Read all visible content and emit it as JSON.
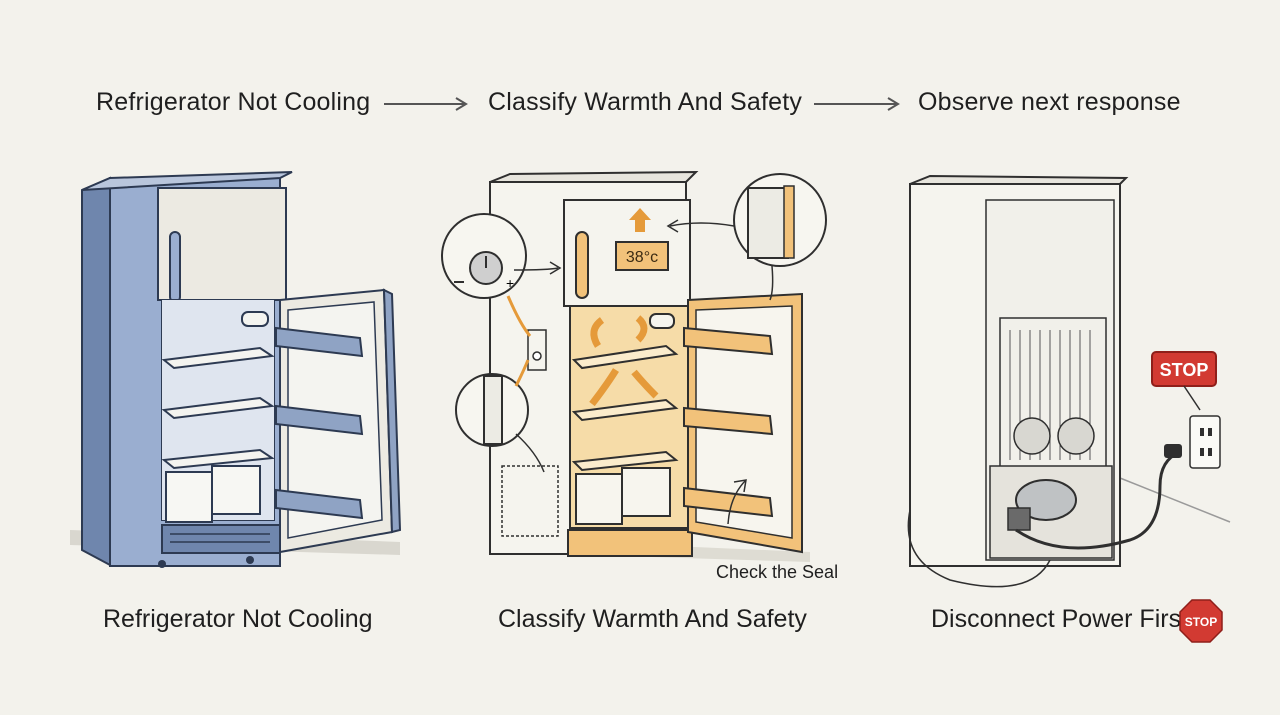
{
  "flow": {
    "steps": [
      "Refrigerator Not Cooling",
      "Classify Warmth And Safety",
      "Observe next response"
    ]
  },
  "panels": [
    {
      "caption": "Refrigerator Not Cooling"
    },
    {
      "caption": "Classify Warmth And Safety",
      "display_reading": "38°c",
      "seal_callout": "Check the Seal"
    },
    {
      "caption": "Disconnect Power First",
      "stop_sign": "STOP",
      "caption_badge": "STOP"
    }
  ],
  "colors": {
    "background": "#f3f2ec",
    "fridge_blue": "#8fa3c4",
    "highlight_orange": "#f2c27a",
    "arrow_orange": "#e59a3a",
    "stop_red": "#d23a32"
  }
}
